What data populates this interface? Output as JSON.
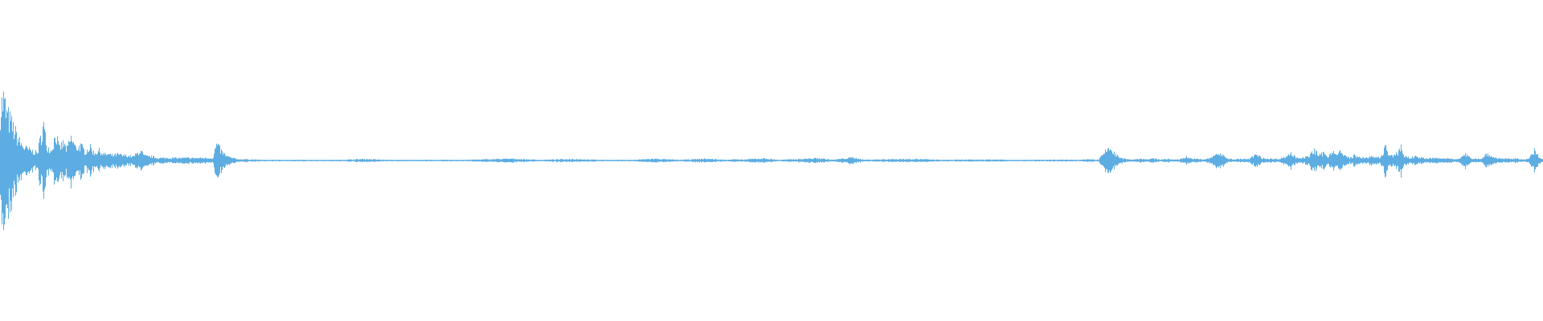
{
  "waveform": {
    "color": "#5DADE2",
    "background": "#ffffff",
    "description_values": {
      "duration_fraction": 1.0
    },
    "peaks": [
      [
        0.0,
        0.42
      ],
      [
        0.002,
        0.5
      ],
      [
        0.004,
        0.38
      ],
      [
        0.007,
        0.3
      ],
      [
        0.01,
        0.22
      ],
      [
        0.013,
        0.14
      ],
      [
        0.016,
        0.1
      ],
      [
        0.02,
        0.08
      ],
      [
        0.024,
        0.06
      ],
      [
        0.028,
        0.29
      ],
      [
        0.03,
        0.12
      ],
      [
        0.033,
        0.08
      ],
      [
        0.036,
        0.22
      ],
      [
        0.038,
        0.1
      ],
      [
        0.041,
        0.14
      ],
      [
        0.043,
        0.09
      ],
      [
        0.046,
        0.18
      ],
      [
        0.049,
        0.1
      ],
      [
        0.052,
        0.12
      ],
      [
        0.055,
        0.07
      ],
      [
        0.058,
        0.11
      ],
      [
        0.061,
        0.06
      ],
      [
        0.064,
        0.08
      ],
      [
        0.067,
        0.05
      ],
      [
        0.07,
        0.05
      ],
      [
        0.073,
        0.04
      ],
      [
        0.076,
        0.05
      ],
      [
        0.079,
        0.04
      ],
      [
        0.082,
        0.04
      ],
      [
        0.086,
        0.03
      ],
      [
        0.089,
        0.06
      ],
      [
        0.091,
        0.08
      ],
      [
        0.093,
        0.04
      ],
      [
        0.096,
        0.03
      ],
      [
        0.099,
        0.03
      ],
      [
        0.102,
        0.02
      ],
      [
        0.106,
        0.02
      ],
      [
        0.11,
        0.02
      ],
      [
        0.114,
        0.02
      ],
      [
        0.118,
        0.02
      ],
      [
        0.122,
        0.02
      ],
      [
        0.126,
        0.02
      ],
      [
        0.13,
        0.02
      ],
      [
        0.134,
        0.02
      ],
      [
        0.138,
        0.02
      ],
      [
        0.14,
        0.13
      ],
      [
        0.143,
        0.08
      ],
      [
        0.146,
        0.04
      ],
      [
        0.15,
        0.02
      ],
      [
        0.155,
        0.01
      ],
      [
        0.16,
        0.01
      ],
      [
        0.17,
        0.005
      ],
      [
        0.18,
        0.005
      ],
      [
        0.2,
        0.005
      ],
      [
        0.22,
        0.005
      ],
      [
        0.237,
        0.012
      ],
      [
        0.25,
        0.005
      ],
      [
        0.27,
        0.005
      ],
      [
        0.3,
        0.005
      ],
      [
        0.332,
        0.014
      ],
      [
        0.35,
        0.005
      ],
      [
        0.371,
        0.012
      ],
      [
        0.39,
        0.005
      ],
      [
        0.41,
        0.005
      ],
      [
        0.424,
        0.014
      ],
      [
        0.44,
        0.005
      ],
      [
        0.457,
        0.014
      ],
      [
        0.47,
        0.006
      ],
      [
        0.476,
        0.01
      ],
      [
        0.48,
        0.006
      ],
      [
        0.49,
        0.014
      ],
      [
        0.495,
        0.016
      ],
      [
        0.505,
        0.005
      ],
      [
        0.53,
        0.018
      ],
      [
        0.54,
        0.006
      ],
      [
        0.553,
        0.024
      ],
      [
        0.56,
        0.006
      ],
      [
        0.574,
        0.01
      ],
      [
        0.593,
        0.012
      ],
      [
        0.61,
        0.005
      ],
      [
        0.643,
        0.008
      ],
      [
        0.66,
        0.005
      ],
      [
        0.686,
        0.006
      ],
      [
        0.7,
        0.005
      ],
      [
        0.707,
        0.01
      ],
      [
        0.712,
        0.006
      ],
      [
        0.719,
        0.105
      ],
      [
        0.722,
        0.06
      ],
      [
        0.726,
        0.02
      ],
      [
        0.73,
        0.012
      ],
      [
        0.734,
        0.008
      ],
      [
        0.739,
        0.015
      ],
      [
        0.744,
        0.01
      ],
      [
        0.748,
        0.015
      ],
      [
        0.752,
        0.008
      ],
      [
        0.756,
        0.012
      ],
      [
        0.76,
        0.008
      ],
      [
        0.765,
        0.01
      ],
      [
        0.769,
        0.03
      ],
      [
        0.772,
        0.015
      ],
      [
        0.776,
        0.012
      ],
      [
        0.78,
        0.008
      ],
      [
        0.785,
        0.02
      ],
      [
        0.789,
        0.06
      ],
      [
        0.792,
        0.045
      ],
      [
        0.796,
        0.015
      ],
      [
        0.8,
        0.01
      ],
      [
        0.805,
        0.012
      ],
      [
        0.81,
        0.012
      ],
      [
        0.814,
        0.05
      ],
      [
        0.818,
        0.02
      ],
      [
        0.822,
        0.015
      ],
      [
        0.826,
        0.012
      ],
      [
        0.83,
        0.015
      ],
      [
        0.834,
        0.035
      ],
      [
        0.837,
        0.06
      ],
      [
        0.84,
        0.025
      ],
      [
        0.844,
        0.02
      ],
      [
        0.848,
        0.03
      ],
      [
        0.852,
        0.08
      ],
      [
        0.855,
        0.04
      ],
      [
        0.858,
        0.06
      ],
      [
        0.861,
        0.03
      ],
      [
        0.864,
        0.09
      ],
      [
        0.866,
        0.04
      ],
      [
        0.869,
        0.07
      ],
      [
        0.872,
        0.035
      ],
      [
        0.875,
        0.02
      ],
      [
        0.878,
        0.04
      ],
      [
        0.882,
        0.02
      ],
      [
        0.886,
        0.025
      ],
      [
        0.89,
        0.03
      ],
      [
        0.895,
        0.02
      ],
      [
        0.898,
        0.12
      ],
      [
        0.9,
        0.05
      ],
      [
        0.903,
        0.03
      ],
      [
        0.906,
        0.06
      ],
      [
        0.908,
        0.12
      ],
      [
        0.91,
        0.04
      ],
      [
        0.914,
        0.02
      ],
      [
        0.918,
        0.035
      ],
      [
        0.922,
        0.02
      ],
      [
        0.926,
        0.015
      ],
      [
        0.93,
        0.02
      ],
      [
        0.934,
        0.015
      ],
      [
        0.938,
        0.018
      ],
      [
        0.942,
        0.015
      ],
      [
        0.946,
        0.012
      ],
      [
        0.95,
        0.05
      ],
      [
        0.953,
        0.02
      ],
      [
        0.957,
        0.015
      ],
      [
        0.961,
        0.015
      ],
      [
        0.964,
        0.06
      ],
      [
        0.967,
        0.03
      ],
      [
        0.971,
        0.018
      ],
      [
        0.975,
        0.015
      ],
      [
        0.979,
        0.012
      ],
      [
        0.983,
        0.015
      ],
      [
        0.987,
        0.01
      ],
      [
        0.991,
        0.012
      ],
      [
        0.995,
        0.08
      ],
      [
        0.998,
        0.02
      ],
      [
        1.0,
        0.01
      ]
    ]
  }
}
